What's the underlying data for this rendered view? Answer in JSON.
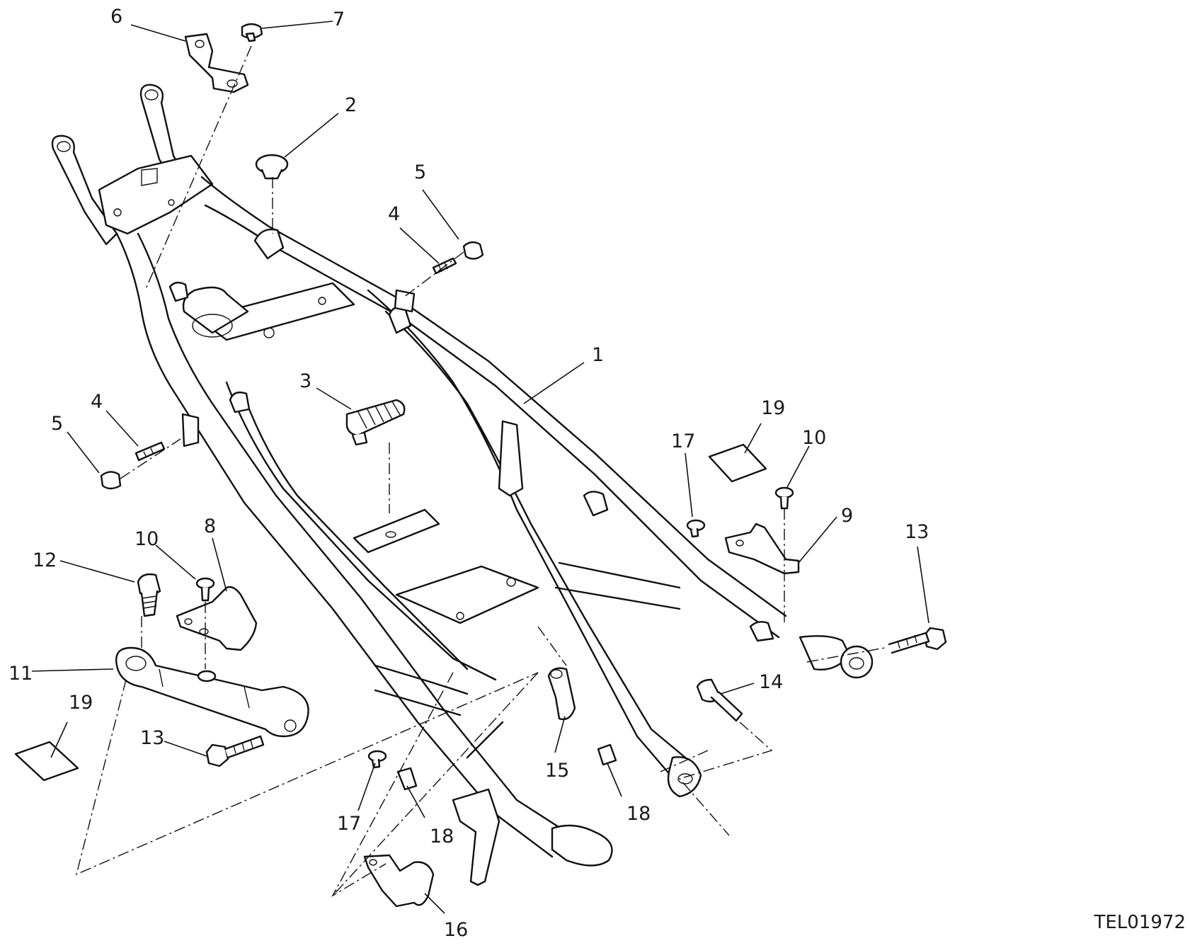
{
  "diagram": {
    "reference_code": "TEL01972",
    "callouts": [
      {
        "id": "c6",
        "label": "6"
      },
      {
        "id": "c7",
        "label": "7"
      },
      {
        "id": "c2",
        "label": "2"
      },
      {
        "id": "c5a",
        "label": "5"
      },
      {
        "id": "c4a",
        "label": "4"
      },
      {
        "id": "c1",
        "label": "1"
      },
      {
        "id": "c3",
        "label": "3"
      },
      {
        "id": "c4b",
        "label": "4"
      },
      {
        "id": "c5b",
        "label": "5"
      },
      {
        "id": "c19a",
        "label": "19"
      },
      {
        "id": "c17a",
        "label": "17"
      },
      {
        "id": "c10a",
        "label": "10"
      },
      {
        "id": "c9",
        "label": "9"
      },
      {
        "id": "c13a",
        "label": "13"
      },
      {
        "id": "c8",
        "label": "8"
      },
      {
        "id": "c10b",
        "label": "10"
      },
      {
        "id": "c12",
        "label": "12"
      },
      {
        "id": "c11",
        "label": "11"
      },
      {
        "id": "c19b",
        "label": "19"
      },
      {
        "id": "c13b",
        "label": "13"
      },
      {
        "id": "c14",
        "label": "14"
      },
      {
        "id": "c15",
        "label": "15"
      },
      {
        "id": "c17b",
        "label": "17"
      },
      {
        "id": "c18a",
        "label": "18"
      },
      {
        "id": "c18b",
        "label": "18"
      },
      {
        "id": "c16",
        "label": "16"
      }
    ]
  }
}
